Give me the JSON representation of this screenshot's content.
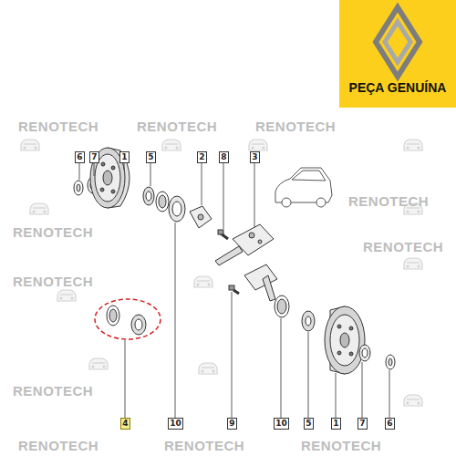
{
  "diagram": {
    "nodes": [
      {
        "text": [
          "PEÇA GENUÍNA"
        ]
      },
      {
        "text": [
          "6"
        ]
      },
      {
        "text": [
          "7"
        ]
      },
      {
        "text": [
          "1"
        ]
      },
      {
        "text": [
          "5"
        ]
      },
      {
        "text": [
          "2"
        ]
      },
      {
        "text": [
          "8"
        ]
      },
      {
        "text": [
          "3"
        ]
      },
      {
        "text": [
          "4"
        ]
      },
      {
        "text": [
          "10"
        ]
      },
      {
        "text": [
          "9"
        ]
      },
      {
        "text": [
          "10"
        ]
      },
      {
        "text": [
          "5"
        ]
      },
      {
        "text": [
          "1"
        ]
      },
      {
        "text": [
          "7"
        ]
      },
      {
        "text": [
          "6"
        ]
      }
    ],
    "labels": [
      "RENOTECH",
      "RENOTECH",
      "RENOTECH",
      "RENOTECH",
      "RENOTECH",
      "RENOTECH",
      "RENOTECH",
      "RENOTECH",
      "RENOTECH",
      "RENOTECH",
      "RENOTECH"
    ]
  }
}
